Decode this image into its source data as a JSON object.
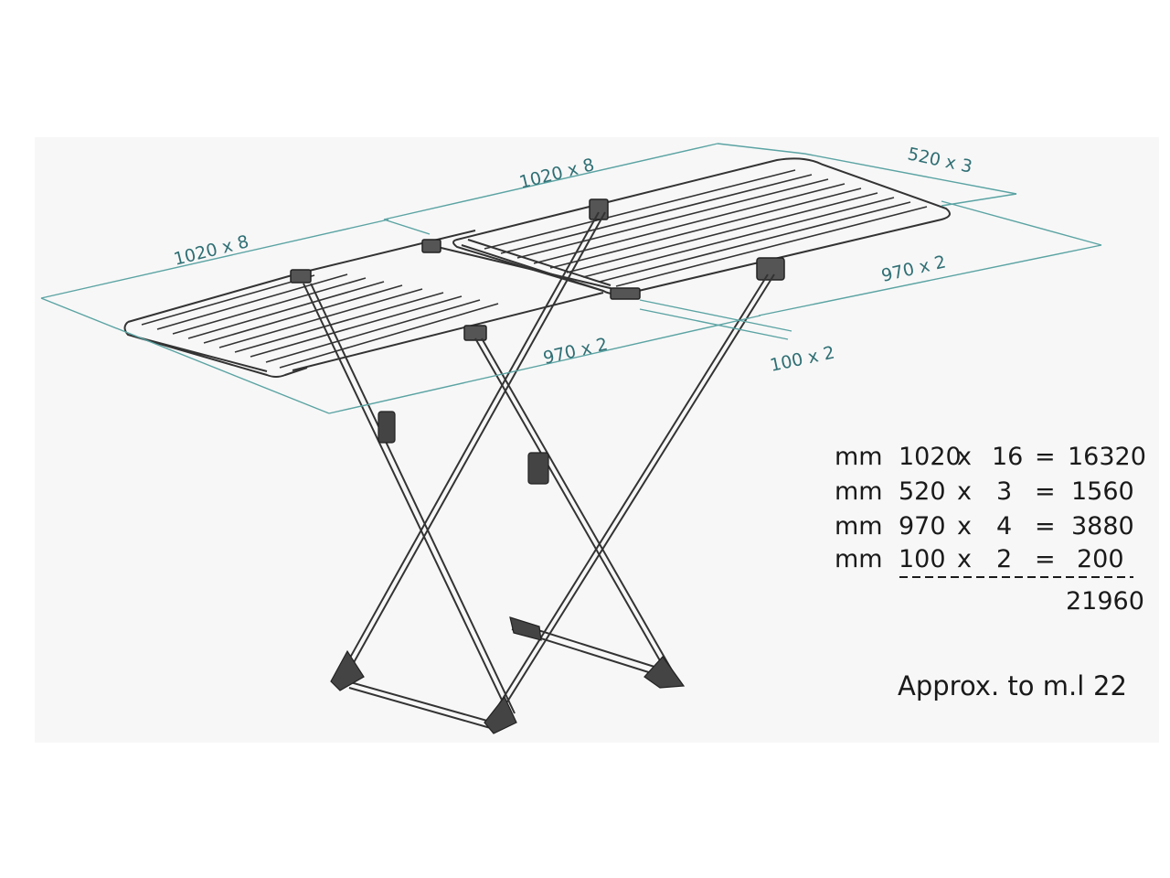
{
  "dimension_labels": {
    "left_length": "1020 x 8",
    "right_length": "1020 x 8",
    "right_width": "520 x 3",
    "right_side": "970 x 2",
    "center_side": "970 x 2",
    "middle_bars": "100 x 2"
  },
  "calc_table": {
    "rows": [
      {
        "unit": "mm",
        "length": "1020",
        "x": "x",
        "count": "16",
        "eq": "=",
        "total": "16320"
      },
      {
        "unit": "mm",
        "length": "520",
        "x": "x",
        "count": "3",
        "eq": "=",
        "total": "1560"
      },
      {
        "unit": "mm",
        "length": "970",
        "x": "x",
        "count": "4",
        "eq": "=",
        "total": "3880"
      },
      {
        "unit": "mm",
        "length": "100",
        "x": "x",
        "count": "2",
        "eq": "=",
        "total": "200"
      }
    ],
    "sum_total": "21960"
  },
  "approx": {
    "label": "Approx. to m.l",
    "value": "22"
  },
  "colors": {
    "dimension_line": "#5ba3a3",
    "structure_line": "#333333",
    "background_panel": "#f7f7f7"
  }
}
